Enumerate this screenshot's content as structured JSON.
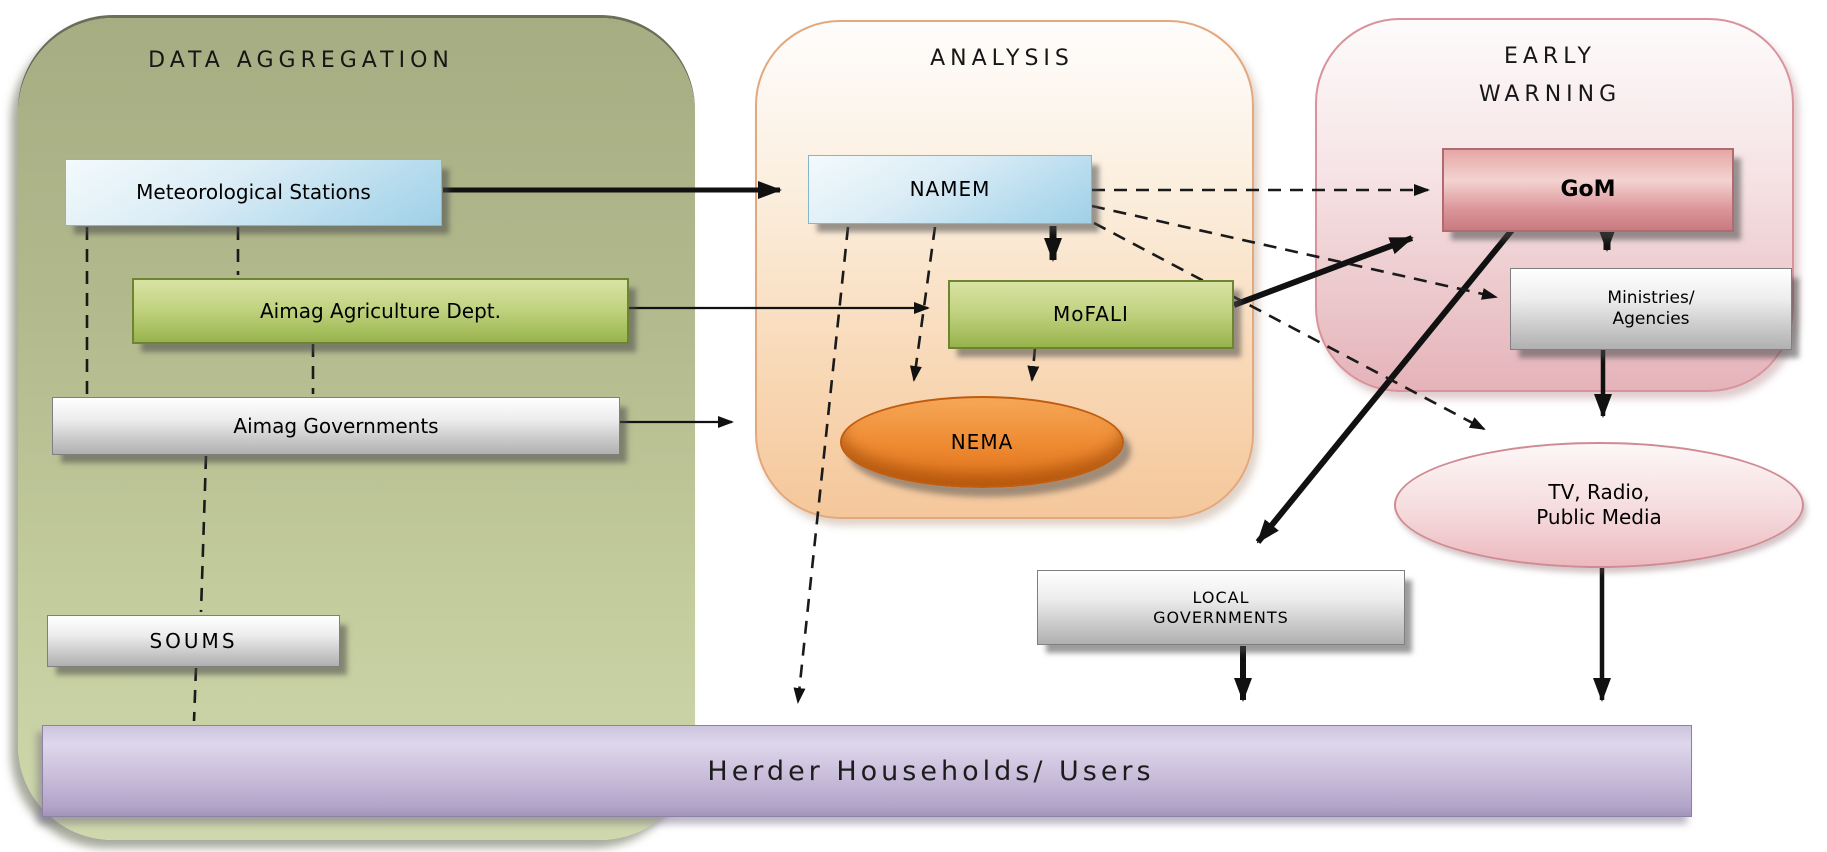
{
  "panels": {
    "data_aggregation": {
      "title": "DATA AGGREGATION",
      "fill_top": "#a6ad82",
      "fill_bottom": "#cfd8ac"
    },
    "analysis": {
      "title": "ANALYSIS",
      "fill_top": "#fefdfc",
      "fill_bottom": "#f5c79b",
      "border": "#e2a87e"
    },
    "early_warning": {
      "title_line1": "EARLY",
      "title_line2": "WARNING",
      "fill_top": "#fdfbfb",
      "fill_bottom": "#e5b3ba",
      "border": "#d8939c"
    }
  },
  "nodes": {
    "met_stations": {
      "label": "Meteorological Stations",
      "color": "#a0d0e6"
    },
    "aimag_agdept": {
      "label": "Aimag Agriculture Dept.",
      "color": "#97b24c"
    },
    "aimag_governments": {
      "label": "Aimag Governments",
      "color": "#c9c9c9"
    },
    "soums": {
      "label": "SOUMS",
      "color": "#c9c9c9"
    },
    "namem": {
      "label": "NAMEM",
      "color": "#a0d0e6"
    },
    "mofali": {
      "label": "MoFALI",
      "color": "#97b24c"
    },
    "nema": {
      "label": "NEMA",
      "color": "#e87d20"
    },
    "gom": {
      "label": "GoM",
      "color": "#c97a80"
    },
    "ministries": {
      "line1": "Ministries/",
      "line2": "Agencies",
      "color": "#c9c9c9"
    },
    "tv_media": {
      "line1": "TV, Radio,",
      "line2": "Public Media",
      "color": "#ecb9be"
    },
    "local_governments": {
      "line1": "LOCAL",
      "line2": "GOVERNMENTS",
      "color": "#c9c9c9"
    }
  },
  "bottom_bar": {
    "label": "Herder Households/ Users",
    "color": "#c3b6d6"
  },
  "colors": {
    "arrow": "#111111",
    "dashed_line": "#1a1a1a"
  },
  "edges": [
    {
      "from": "Meteorological Stations",
      "to": "NAMEM",
      "style": "solid"
    },
    {
      "from": "Meteorological Stations",
      "to": "Aimag Agriculture Dept.",
      "style": "dashed"
    },
    {
      "from": "Meteorological Stations",
      "to": "Aimag Governments",
      "style": "dashed"
    },
    {
      "from": "Aimag Agriculture Dept.",
      "to": "MoFALI",
      "style": "solid"
    },
    {
      "from": "Aimag Agriculture Dept.",
      "to": "Aimag Governments",
      "style": "dashed"
    },
    {
      "from": "Aimag Governments",
      "to": "ANALYSIS",
      "style": "solid"
    },
    {
      "from": "Aimag Governments",
      "to": "SOUMS",
      "style": "dashed"
    },
    {
      "from": "SOUMS",
      "to": "Herder Households/ Users",
      "style": "dashed"
    },
    {
      "from": "NAMEM",
      "to": "MoFALI",
      "style": "solid"
    },
    {
      "from": "NAMEM",
      "to": "NEMA",
      "style": "dashed"
    },
    {
      "from": "NAMEM",
      "to": "Herder Households/ Users",
      "style": "dashed"
    },
    {
      "from": "NAMEM",
      "to": "GoM",
      "style": "dashed"
    },
    {
      "from": "NAMEM",
      "to": "Ministries/Agencies",
      "style": "dashed"
    },
    {
      "from": "NAMEM",
      "to": "TV, Radio, Public Media",
      "style": "dashed"
    },
    {
      "from": "MoFALI",
      "to": "NEMA",
      "style": "dashed"
    },
    {
      "from": "MoFALI",
      "to": "GoM",
      "style": "solid"
    },
    {
      "from": "GoM",
      "to": "Ministries/Agencies",
      "style": "solid"
    },
    {
      "from": "GoM",
      "to": "LOCAL GOVERNMENTS",
      "style": "solid"
    },
    {
      "from": "Ministries/Agencies",
      "to": "TV, Radio, Public Media",
      "style": "solid"
    },
    {
      "from": "TV, Radio, Public Media",
      "to": "Herder Households/ Users",
      "style": "solid"
    },
    {
      "from": "LOCAL GOVERNMENTS",
      "to": "Herder Households/ Users",
      "style": "solid"
    }
  ]
}
